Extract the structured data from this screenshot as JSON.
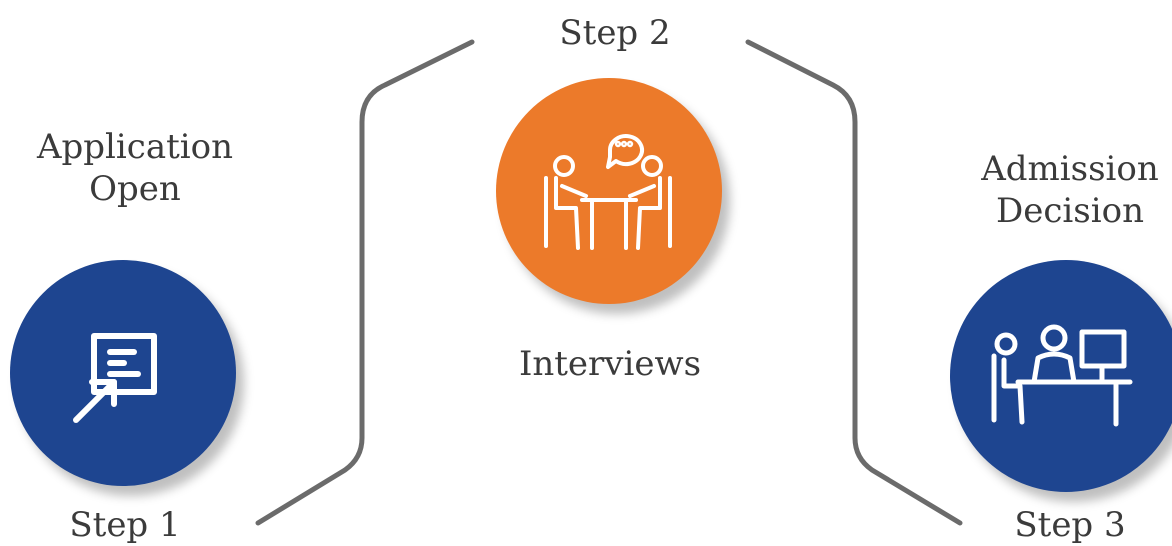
{
  "steps": [
    {
      "step_label": "Step 1",
      "title_line1": "Application",
      "title_line2": "Open",
      "icon": "application-form-icon",
      "color": "#1e4590"
    },
    {
      "step_label": "Step 2",
      "title": "Interviews",
      "icon": "interview-table-icon",
      "color": "#ec7a2a"
    },
    {
      "step_label": "Step 3",
      "title_line1": "Admission",
      "title_line2": "Decision",
      "icon": "desk-computer-icon",
      "color": "#1e4590"
    }
  ],
  "connector_color": "#6b6b6b"
}
